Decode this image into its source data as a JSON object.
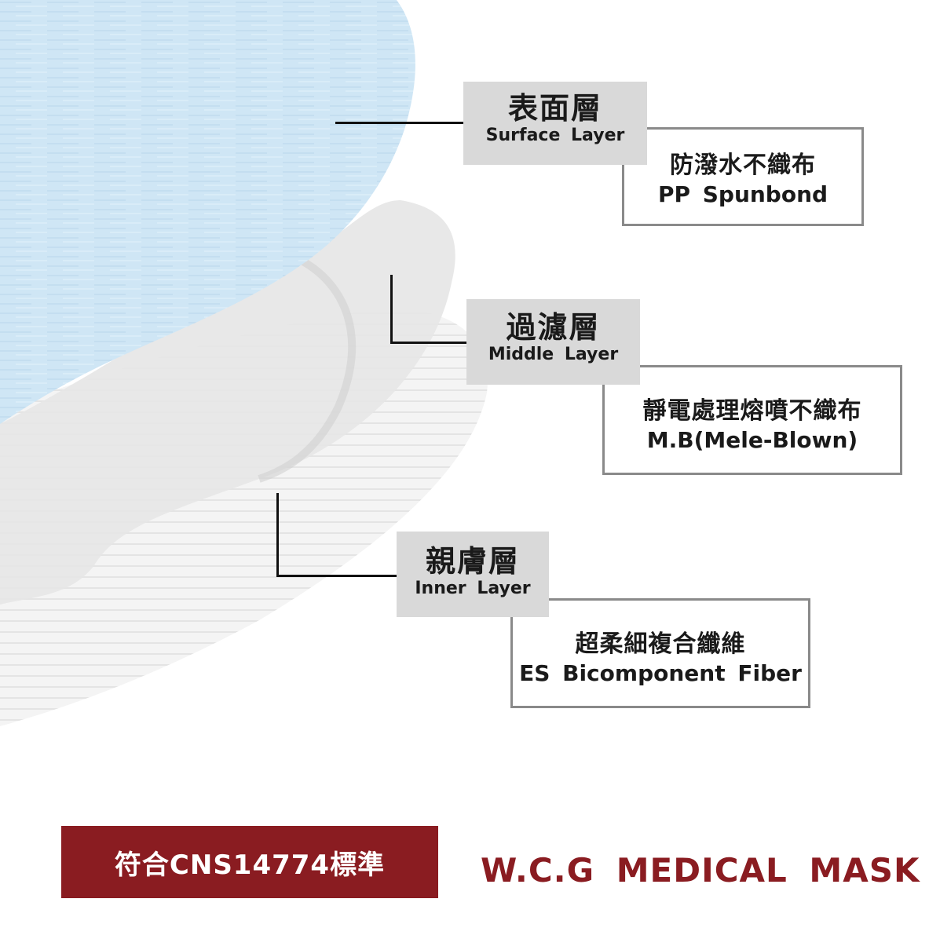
{
  "layers": [
    {
      "title_zh": "表面層",
      "title_en": "Surface Layer",
      "desc_zh": "防潑水不織布",
      "desc_en": "PP Spunbond"
    },
    {
      "title_zh": "過濾層",
      "title_en": "Middle Layer",
      "desc_zh": "靜電處理熔噴不織布",
      "desc_en": "M.B(Mele-Blown)"
    },
    {
      "title_zh": "親膚層",
      "title_en": "Inner Layer",
      "desc_zh": "超柔細複合纖維",
      "desc_en": "ES Bicomponent Fiber"
    }
  ],
  "badge": {
    "text": "符合CNS14774標準"
  },
  "brand": {
    "text": "W.C.G MEDICAL MASK"
  },
  "colors": {
    "accent": "#8a1c21",
    "surface": "#cde5f4",
    "label_bg": "#d9d9d9"
  }
}
